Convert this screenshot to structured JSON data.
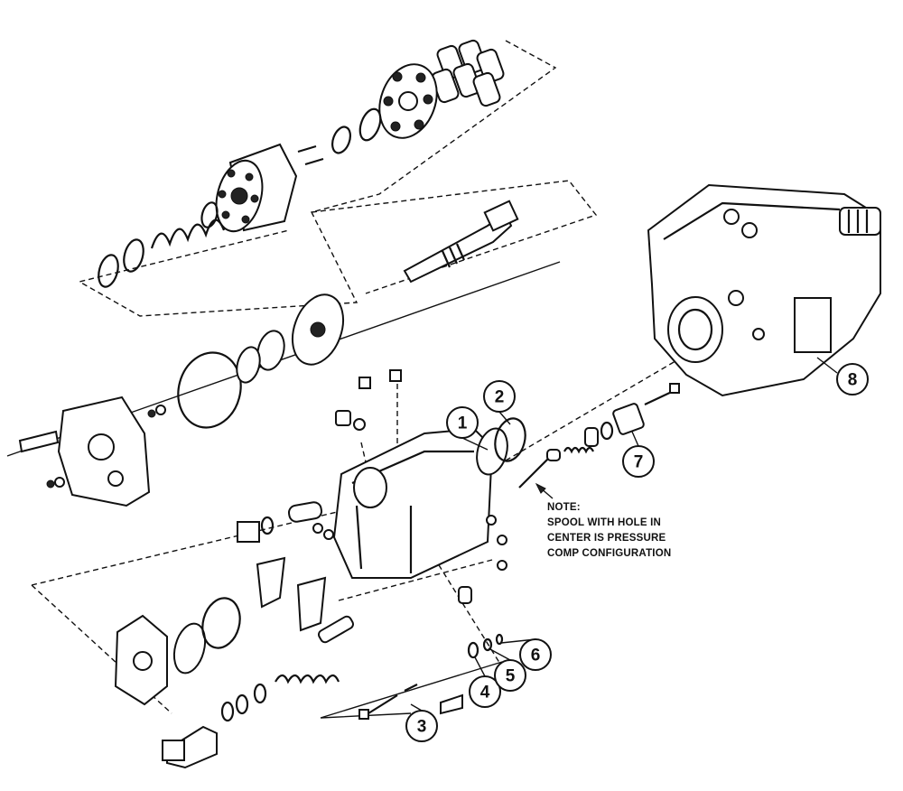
{
  "callouts": [
    {
      "id": "1",
      "label": "1"
    },
    {
      "id": "2",
      "label": "2"
    },
    {
      "id": "3",
      "label": "3"
    },
    {
      "id": "4",
      "label": "4"
    },
    {
      "id": "5",
      "label": "5"
    },
    {
      "id": "6",
      "label": "6"
    },
    {
      "id": "7",
      "label": "7"
    },
    {
      "id": "8",
      "label": "8"
    }
  ],
  "note": {
    "heading": "NOTE:",
    "lines": [
      "SPOOL WITH HOLE IN",
      "CENTER IS PRESSURE",
      "COMP CONFIGURATION"
    ]
  }
}
